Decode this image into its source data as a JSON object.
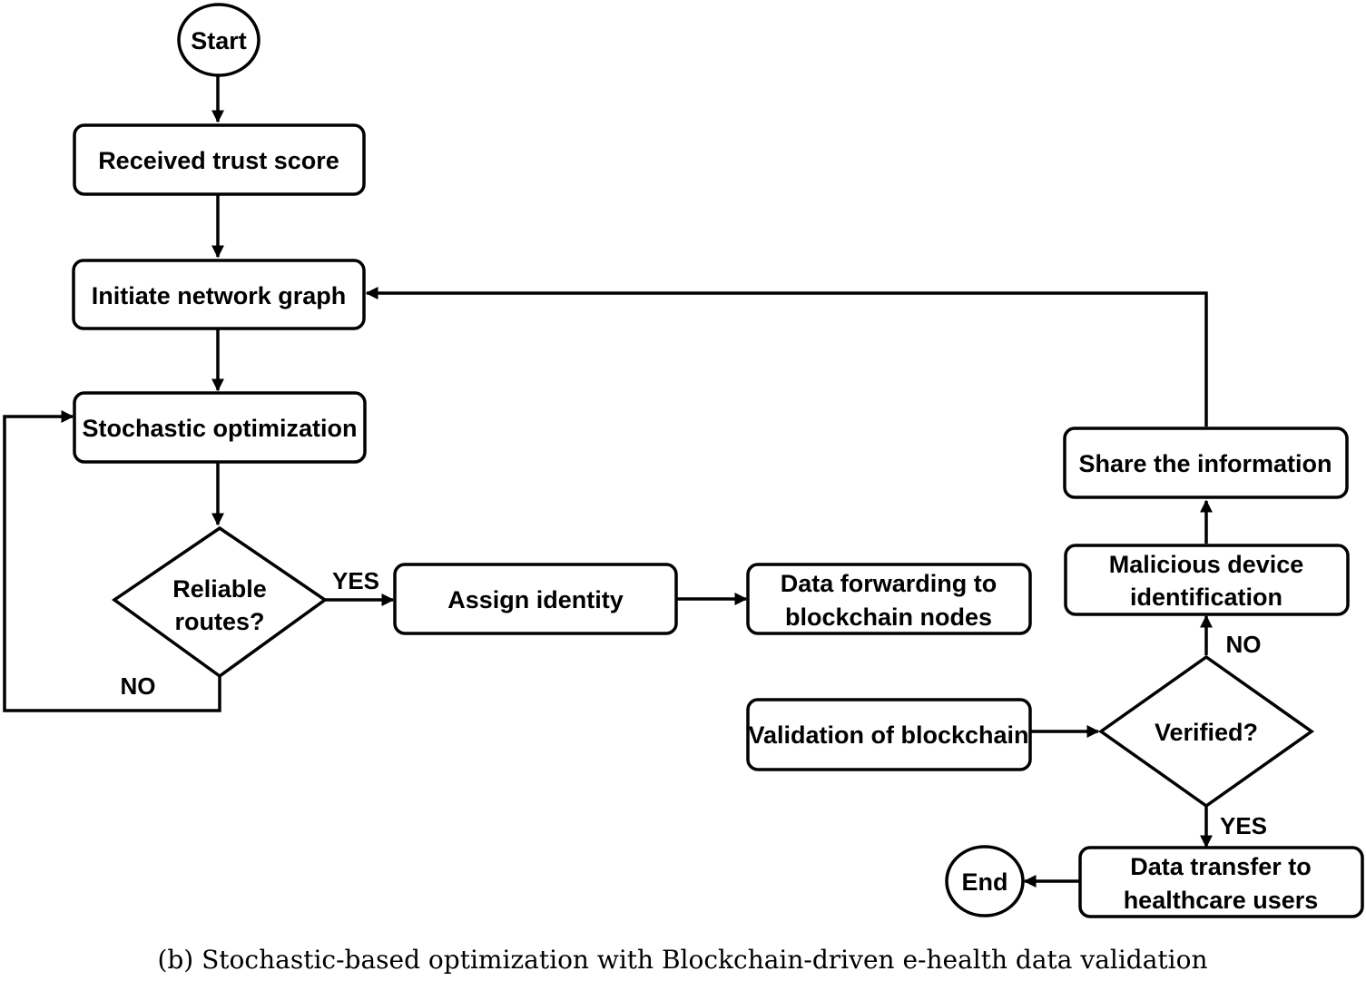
{
  "nodes": {
    "start": "Start",
    "received_trust_score": "Received trust score",
    "initiate_network_graph": "Initiate network graph",
    "stochastic_optimization": "Stochastic optimization",
    "reliable_routes": [
      "Reliable",
      "routes?"
    ],
    "assign_identity": "Assign identity",
    "data_forwarding": [
      "Data forwarding to",
      "blockchain nodes"
    ],
    "validation_of_blockchain": "Validation of blockchain",
    "verified": "Verified?",
    "malicious_device": [
      "Malicious device",
      "identification"
    ],
    "share_information": "Share the information",
    "data_transfer": [
      "Data transfer to",
      "healthcare users"
    ],
    "end": "End"
  },
  "branches": {
    "reliable_yes": "YES",
    "reliable_no": "NO",
    "verified_no": "NO",
    "verified_yes": "YES"
  },
  "caption": "(b) Stochastic-based optimization with Blockchain-driven e-health data validation"
}
